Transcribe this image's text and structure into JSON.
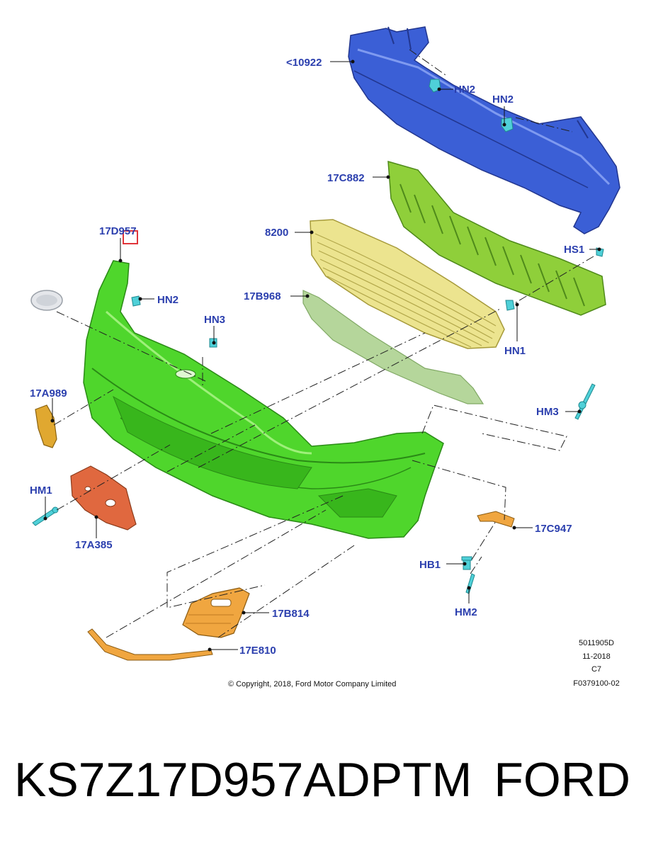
{
  "labels": {
    "reinforcement": "<10922",
    "hn2_top_a": "HN2",
    "hn2_top_b": "HN2",
    "absorber": "17C882",
    "grille": "8200",
    "hs1": "HS1",
    "cover": "17D957",
    "hn2_left": "HN2",
    "bezel": "17B968",
    "hn3": "HN3",
    "hn1": "HN1",
    "reflector": "17A989",
    "hm3": "HM3",
    "hm1": "HM1",
    "plate_bracket": "17A385",
    "bracket_right": "17C947",
    "hb1": "HB1",
    "hm2": "HM2",
    "fog_bezel": "17B814",
    "lip_strip": "17E810"
  },
  "meta": {
    "code": "5011905D",
    "date": "11-2018",
    "rev": "C7",
    "figure": "F0379100-02"
  },
  "copyright": "© Copyright, 2018, Ford Motor Company Limited",
  "caption": {
    "part_number": "KS7Z17D957ADPTM",
    "brand": "FORD"
  },
  "colors": {
    "reinforcement": "#3b5fd6",
    "absorber": "#8fcf3a",
    "grille": "#e8e08a",
    "bezel": "#a9cf8a",
    "cover": "#4fd62c",
    "plate_bracket": "#e0683f",
    "fog_bezel": "#f0a640",
    "reflector": "#e0a830",
    "fasteners": "#4fd0d8",
    "label_blue": "#2b3fae",
    "highlight": "#e0353a"
  }
}
